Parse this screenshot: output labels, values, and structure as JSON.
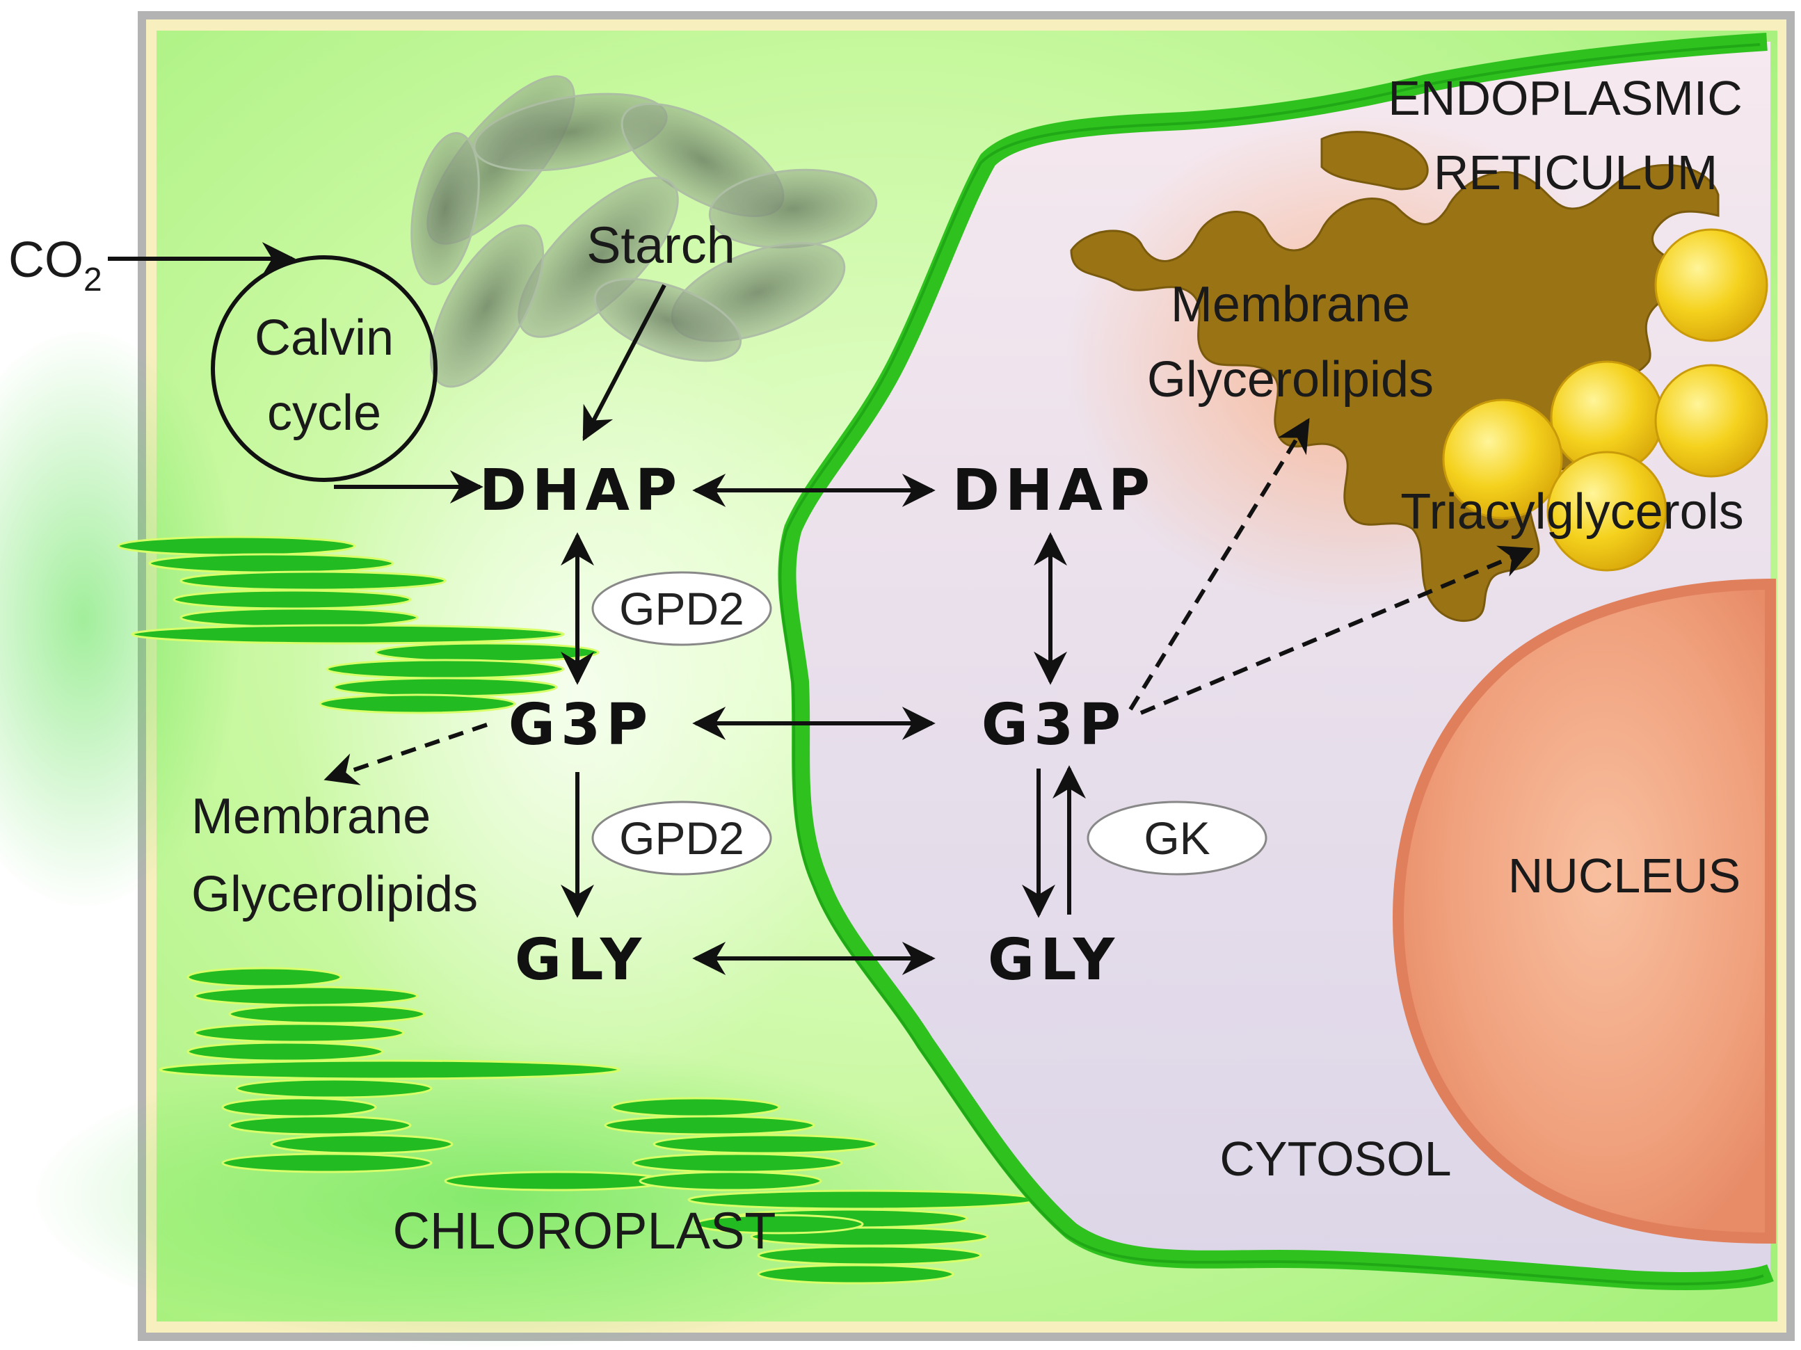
{
  "title": "",
  "compartments": {
    "chloroplast": "CHLOROPLAST",
    "cytosol": "CYTOSOL",
    "er_line1": "ENDOPLASMIC",
    "er_line2": "RETICULUM",
    "nucleus": "NUCLEUS"
  },
  "inputs": {
    "co2_main": "CO",
    "co2_sub": "2",
    "calvin_line1": "Calvin",
    "calvin_line2": "cycle",
    "starch": "Starch"
  },
  "chloroplast_metabolites": {
    "dhap": "DHAP",
    "g3p": "G3P",
    "gly": "GLY"
  },
  "cytosol_metabolites": {
    "dhap": "DHAP",
    "g3p": "G3P",
    "gly": "GLY"
  },
  "enzymes": {
    "gpd2_top": "GPD2",
    "gpd2_bottom": "GPD2",
    "gk": "GK"
  },
  "products": {
    "chloro_membrane_line1": "Membrane",
    "chloro_membrane_line2": "Glycerolipids",
    "er_membrane_line1": "Membrane",
    "er_membrane_line2": "Glycerolipids",
    "triacylglycerols": "Triacylglycerols"
  },
  "colors": {
    "chloroplast_fill": "#b9f58f",
    "chloroplast_membrane": "#33cc22",
    "cytosol_fill": "#efe3ef",
    "er_fill": "#9a7414",
    "lipid_droplet": "#f3cc1c",
    "nucleus_fill": "#ee9f7c",
    "thylakoid": "#22bb22",
    "frame": "#b3b3b3",
    "starch": "#7c8a78"
  }
}
